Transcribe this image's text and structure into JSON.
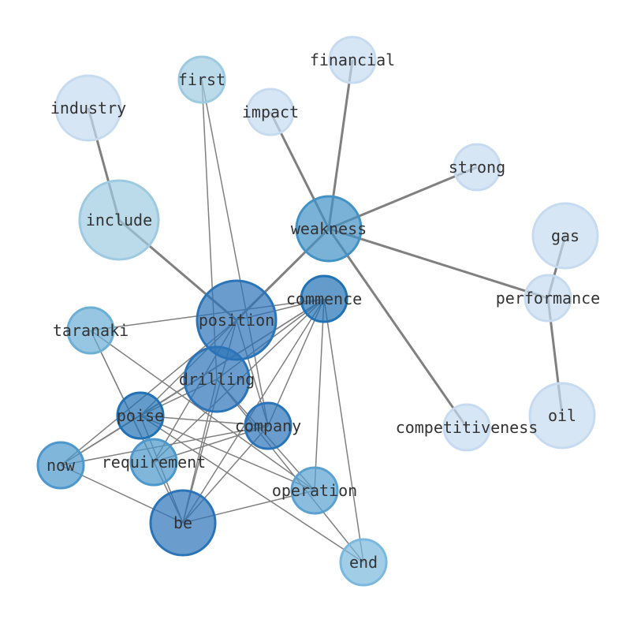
{
  "nodes": [
    {
      "id": "financial",
      "label": "financial",
      "color": "#c6dbef"
    },
    {
      "id": "first",
      "label": "first",
      "color": "#9ecae1"
    },
    {
      "id": "impact",
      "label": "impact",
      "color": "#c6dbef"
    },
    {
      "id": "industry",
      "label": "industry",
      "color": "#c6dbef"
    },
    {
      "id": "strong",
      "label": "strong",
      "color": "#c6dbef"
    },
    {
      "id": "include",
      "label": "include",
      "color": "#9ecae1"
    },
    {
      "id": "weakness",
      "label": "weakness",
      "color": "#4292c6"
    },
    {
      "id": "gas",
      "label": "gas",
      "color": "#c6dbef"
    },
    {
      "id": "performance",
      "label": "performance",
      "color": "#c6dbef"
    },
    {
      "id": "commence",
      "label": "commence",
      "color": "#2171b5"
    },
    {
      "id": "position",
      "label": "position",
      "color": "#2b74b8"
    },
    {
      "id": "taranaki",
      "label": "taranaki",
      "color": "#6baed6"
    },
    {
      "id": "drilling",
      "label": "drilling",
      "color": "#2b74b8"
    },
    {
      "id": "poise",
      "label": "poise",
      "color": "#2171b5"
    },
    {
      "id": "company",
      "label": "company",
      "color": "#2b74b8"
    },
    {
      "id": "competitiveness",
      "label": "competitiveness",
      "color": "#c6dbef"
    },
    {
      "id": "oil",
      "label": "oil",
      "color": "#c6dbef"
    },
    {
      "id": "now",
      "label": "now",
      "color": "#4c97cc"
    },
    {
      "id": "requirement",
      "label": "requirement",
      "color": "#4c97cc"
    },
    {
      "id": "operation",
      "label": "operation",
      "color": "#5aa1d2"
    },
    {
      "id": "be",
      "label": "be",
      "color": "#2b74b8"
    },
    {
      "id": "end",
      "label": "end",
      "color": "#7ab8dd"
    }
  ],
  "edges": [
    [
      "industry",
      "include",
      3
    ],
    [
      "include",
      "position",
      3
    ],
    [
      "position",
      "weakness",
      3
    ],
    [
      "weakness",
      "impact",
      3
    ],
    [
      "weakness",
      "financial",
      3
    ],
    [
      "weakness",
      "strong",
      3
    ],
    [
      "weakness",
      "performance",
      3
    ],
    [
      "weakness",
      "competitiveness",
      3
    ],
    [
      "gas",
      "performance",
      3
    ],
    [
      "performance",
      "oil",
      3
    ],
    [
      "first",
      "drilling",
      1.5
    ],
    [
      "first",
      "company",
      1.5
    ],
    [
      "commence",
      "taranaki",
      1.5
    ],
    [
      "commence",
      "poise",
      1.5
    ],
    [
      "commence",
      "now",
      1.5
    ],
    [
      "commence",
      "requirement",
      1.5
    ],
    [
      "commence",
      "drilling",
      1.5
    ],
    [
      "commence",
      "company",
      1.5
    ],
    [
      "commence",
      "be",
      1.5
    ],
    [
      "commence",
      "operation",
      1.5
    ],
    [
      "commence",
      "end",
      1.5
    ],
    [
      "commence",
      "position",
      1.5
    ],
    [
      "position",
      "poise",
      1.5
    ],
    [
      "position",
      "now",
      1.5
    ],
    [
      "position",
      "requirement",
      1.5
    ],
    [
      "position",
      "be",
      1.5
    ],
    [
      "position",
      "company",
      1.5
    ],
    [
      "drilling",
      "poise",
      1.5
    ],
    [
      "drilling",
      "be",
      1.5
    ],
    [
      "drilling",
      "operation",
      1.5
    ],
    [
      "drilling",
      "end",
      1.5
    ],
    [
      "taranaki",
      "operation",
      1.5
    ],
    [
      "taranaki",
      "be",
      1.5
    ],
    [
      "taranaki",
      "requirement",
      1.5
    ],
    [
      "poise",
      "company",
      1.5
    ],
    [
      "poise",
      "operation",
      1.5
    ],
    [
      "poise",
      "end",
      1.5
    ],
    [
      "poise",
      "be",
      1.5
    ],
    [
      "poise",
      "now",
      1.5
    ],
    [
      "now",
      "company",
      1.5
    ],
    [
      "now",
      "be",
      1.5
    ],
    [
      "requirement",
      "company",
      1.5
    ],
    [
      "be",
      "operation",
      1.5
    ],
    [
      "be",
      "company",
      1.5
    ]
  ]
}
